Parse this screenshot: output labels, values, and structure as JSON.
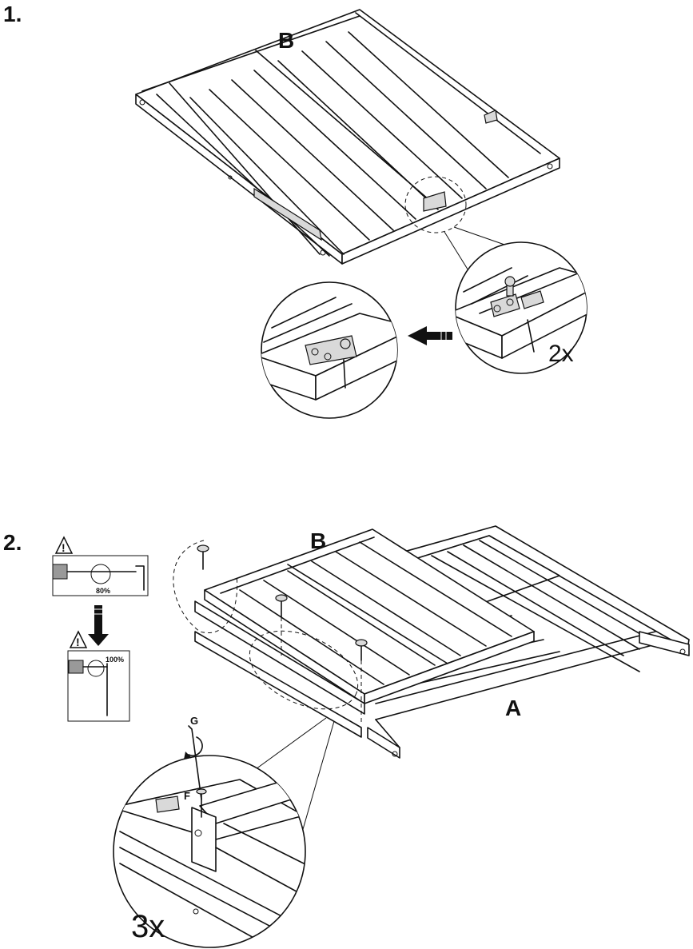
{
  "steps": [
    {
      "number": "1.",
      "part_label": "B",
      "repeat_count": "2x"
    },
    {
      "number": "2.",
      "part_labels": [
        "B",
        "A"
      ],
      "hardware_labels": [
        "G",
        "F"
      ],
      "torque_first": "80%",
      "torque_second": "100%",
      "repeat_count": "3x",
      "warning_icon": "warning-triangle-icon"
    }
  ]
}
